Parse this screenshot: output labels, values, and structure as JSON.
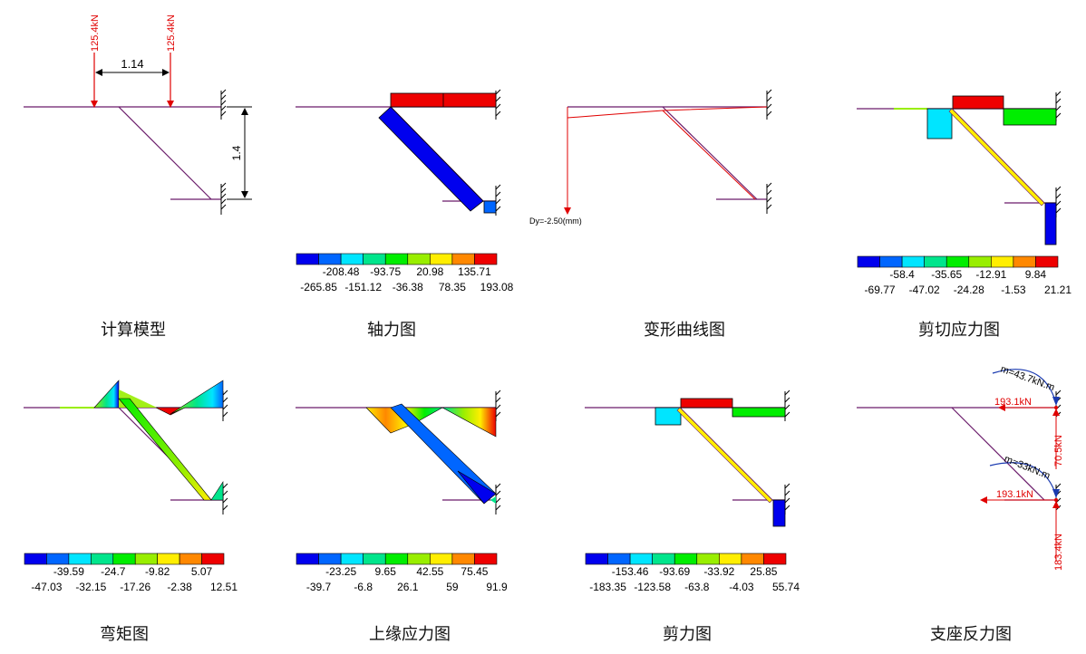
{
  "captions": {
    "model": "计算模型",
    "axial": "轴力图",
    "deformation": "变形曲线图",
    "shear_stress": "剪切应力图",
    "moment": "弯矩图",
    "top_stress": "上缘应力图",
    "shear": "剪力图",
    "reaction": "支座反力图"
  },
  "model": {
    "load1": "125.4kN",
    "load2": "125.4kN",
    "dim_horizontal": "1.14",
    "dim_vertical": "1.4"
  },
  "deformation": {
    "dy_label": "Dy=-2.50(mm)"
  },
  "reaction": {
    "moment_top": "m=43.7kN.m",
    "force_top_h": "193.1kN",
    "force_top_v": "70.5kN",
    "moment_bottom": "m=33kN.m",
    "force_bottom_h": "193.1kN",
    "force_bottom_v": "183.4kN"
  },
  "colors": {
    "member": "#6a1b6a",
    "load": "#e00000",
    "scale": [
      "#0000ee",
      "#0066ff",
      "#00e5ff",
      "#00e58c",
      "#00ee00",
      "#99ee00",
      "#ffee00",
      "#ff8800",
      "#ee0000"
    ]
  },
  "legends": {
    "axial": {
      "upper": [
        "-208.48",
        "-93.75",
        "20.98",
        "135.71"
      ],
      "lower": [
        "-265.85",
        "-151.12",
        "-36.38",
        "78.35",
        "193.08"
      ]
    },
    "shear_stress": {
      "upper": [
        "-58.4",
        "-35.65",
        "-12.91",
        "9.84"
      ],
      "lower": [
        "-69.77",
        "-47.02",
        "-24.28",
        "-1.53",
        "21.21"
      ]
    },
    "moment": {
      "upper": [
        "-39.59",
        "-24.7",
        "-9.82",
        "5.07"
      ],
      "lower": [
        "-47.03",
        "-32.15",
        "-17.26",
        "-2.38",
        "12.51"
      ]
    },
    "top_stress": {
      "upper": [
        "-23.25",
        "9.65",
        "42.55",
        "75.45"
      ],
      "lower": [
        "-39.7",
        "-6.8",
        "26.1",
        "59",
        "91.9"
      ]
    },
    "shear": {
      "upper": [
        "-153.46",
        "-93.69",
        "-33.92",
        "25.85"
      ],
      "lower": [
        "-183.35",
        "-123.58",
        "-63.8",
        "-4.03",
        "55.74"
      ]
    }
  }
}
